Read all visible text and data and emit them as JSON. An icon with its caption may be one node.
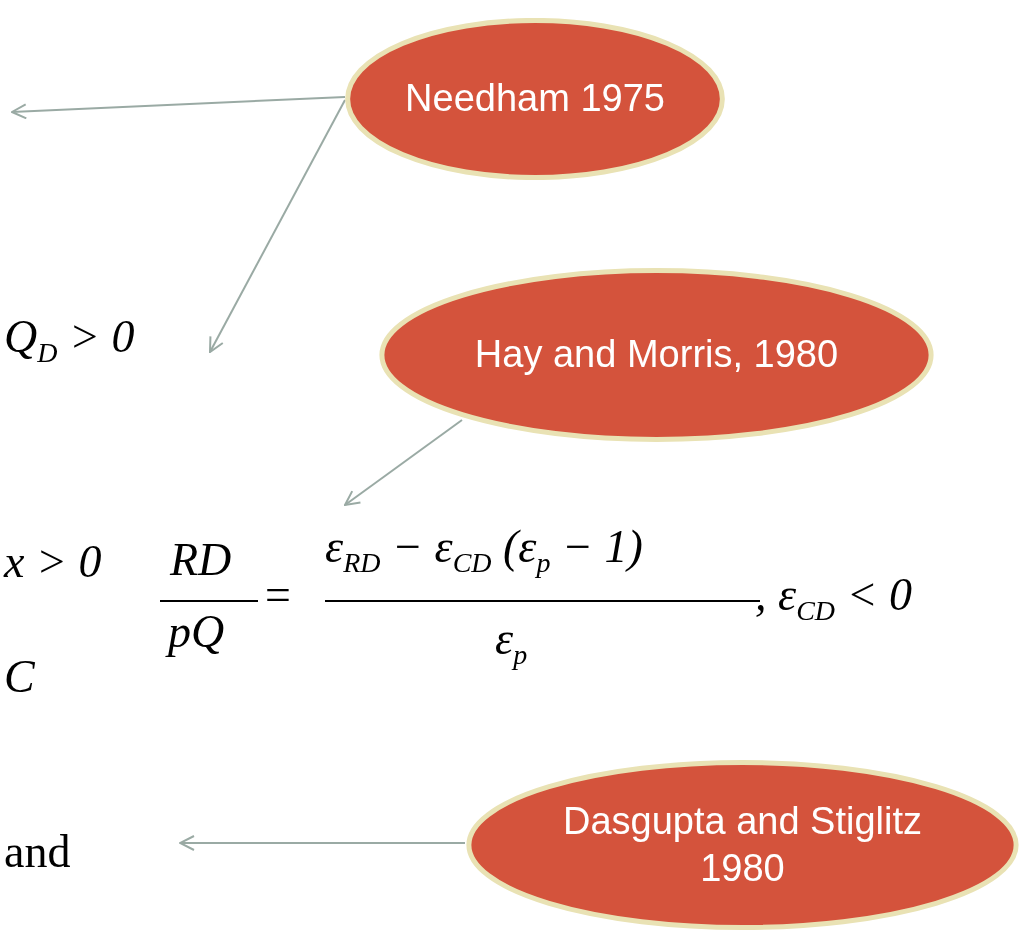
{
  "diagram": {
    "nodes": [
      {
        "text": [
          "Needham 1975"
        ]
      },
      {
        "text": [
          "Hay and Morris, 1980"
        ]
      },
      {
        "text": [
          "Dasgupta and Stiglitz 1980"
        ]
      }
    ],
    "edges": [
      {
        "from": 0,
        "to": null,
        "arrow": "to"
      },
      {
        "from": 0,
        "to": null,
        "arrow": "to"
      },
      {
        "from": 1,
        "to": null,
        "arrow": "to"
      },
      {
        "from": 2,
        "to": null,
        "arrow": "to"
      }
    ],
    "labels": [
      "Q$_{D}$ > 0",
      "x > 0",
      "RD",
      "=",
      "ε$_{RD}$ − ε$_{CD}$ (ε$_{p}$ − 1)",
      ", ε$_{CD}$ < 0",
      "pQ",
      "ε$_{p}$",
      "C",
      "and"
    ]
  }
}
